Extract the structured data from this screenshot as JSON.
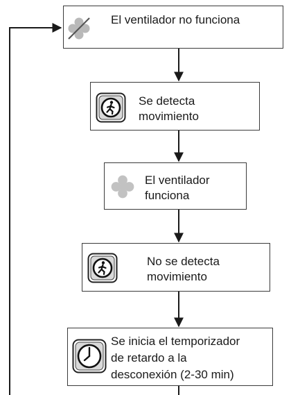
{
  "flow": {
    "steps": [
      {
        "label": "El ventilador no funciona",
        "icon": "fan-off-icon"
      },
      {
        "label_line1": "Se detecta",
        "label_line2": "movimiento",
        "icon": "motion-sensor-icon"
      },
      {
        "label_line1": "El ventilador",
        "label_line2": "funciona",
        "icon": "fan-icon"
      },
      {
        "label_line1": "No se detecta",
        "label_line2": "movimiento",
        "icon": "motion-sensor-icon"
      },
      {
        "label_line1": "Se inicia el temporizador",
        "label_line2": "de retardo a la",
        "label_line3": "desconexión (2-30 min)",
        "icon": "timer-clock-icon"
      }
    ]
  }
}
